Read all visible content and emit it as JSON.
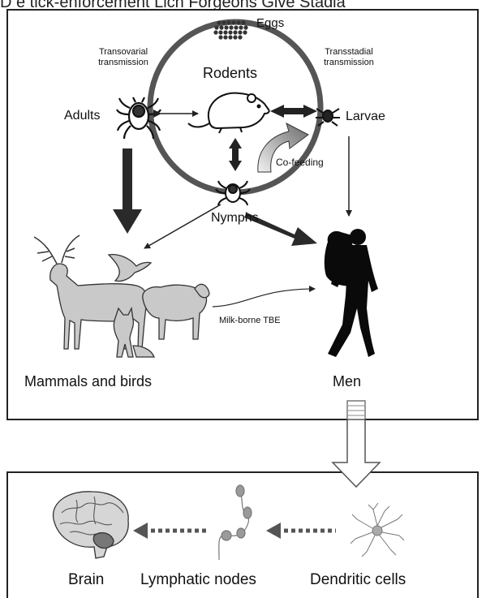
{
  "header": {
    "cut_text": "D e tick-enforcement Lich Forgeons Give Stadia"
  },
  "cycle": {
    "eggs": "Eggs",
    "rodents": "Rodents",
    "adults": "Adults",
    "larvae": "Larvae",
    "nymphs": "Nymphs",
    "transovarial": [
      "Transovarial",
      "transmission"
    ],
    "transstadial": [
      "Transstadial",
      "transmission"
    ],
    "cofeeding": "Co-feeding"
  },
  "hosts": {
    "mammals_birds": "Mammals and birds",
    "men": "Men",
    "milk_borne": "Milk-borne TBE"
  },
  "infection_path": {
    "brain": "Brain",
    "lymphatic": "Lymphatic nodes",
    "dendritic": "Dendritic cells"
  }
}
